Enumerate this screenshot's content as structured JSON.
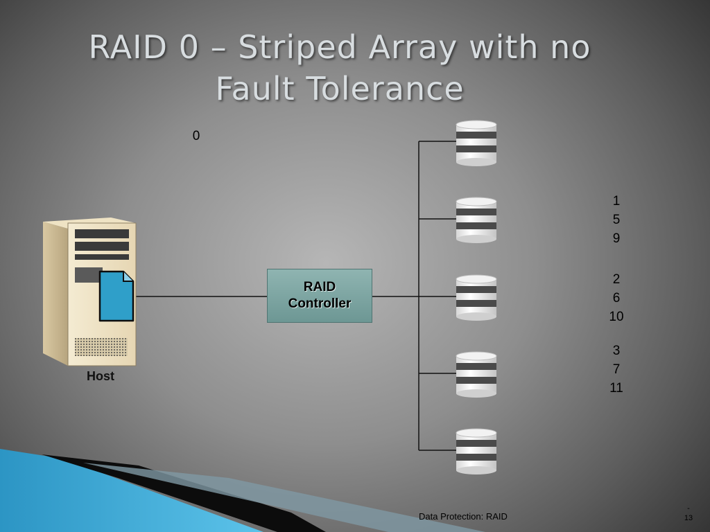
{
  "slide": {
    "title_line1": "RAID 0 – Striped Array with no",
    "title_line2": "Fault Tolerance",
    "host_label": "Host",
    "controller_line1": "RAID",
    "controller_line2": "Controller",
    "disk_count": 5,
    "stripes": [
      {
        "disk": 1,
        "blocks": [
          "0",
          "",
          ""
        ]
      },
      {
        "disk": 2,
        "blocks": [
          "1",
          "5",
          "9"
        ]
      },
      {
        "disk": 3,
        "blocks": [
          "2",
          "6",
          "10"
        ]
      },
      {
        "disk": 4,
        "blocks": [
          "3",
          "7",
          "11"
        ]
      }
    ],
    "footer": "Data Protection: RAID",
    "page_dash": "-",
    "page_number": "13"
  },
  "colors": {
    "controller_fill": "#7fa6a3",
    "file_icon": "#2f9fc9",
    "accent_swoosh": "#3ba7d6"
  }
}
